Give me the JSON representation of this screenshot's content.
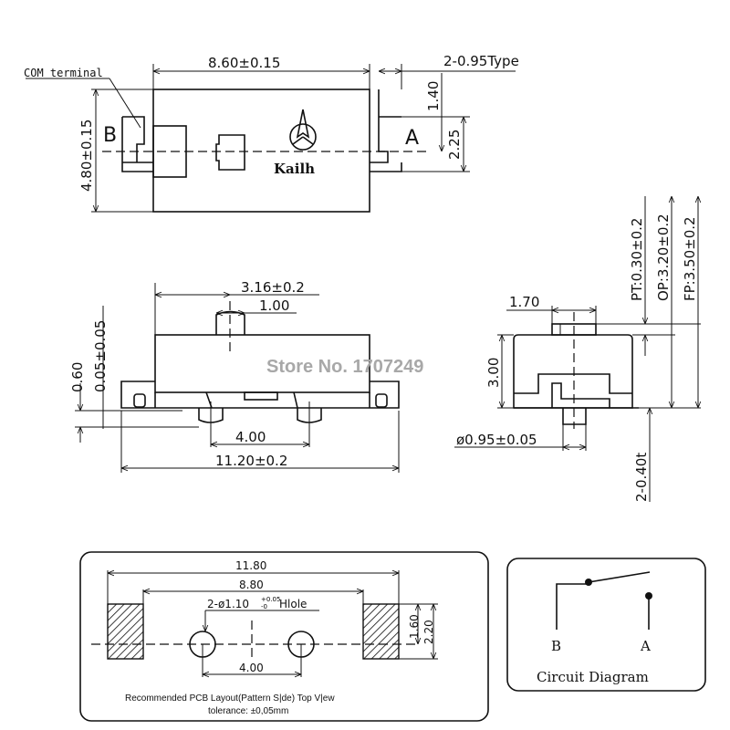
{
  "top_view": {
    "com_label": "COM terminal",
    "width_dim": "8.60±0.15",
    "terminal_dim": "2-0.95Type",
    "height_dim": "4.80±0.15",
    "dim_140": "1.40",
    "dim_225": "2.25",
    "label_b": "B",
    "label_a": "A",
    "brand": "Kailh"
  },
  "front_view": {
    "dim_316": "3.16±0.2",
    "dim_100": "1.00",
    "dim_060": "0.60",
    "dim_005": "0.05±0.05",
    "dim_400": "4.00",
    "dim_1120": "11.20±0.2",
    "watermark": "Store No. 1707249"
  },
  "side_view": {
    "dim_170": "1.70",
    "dim_300": "3.00",
    "dim_095": "ø0.95±0.05",
    "dim_040": "2-0.40t",
    "pt": "PT:0.30±0.2",
    "op": "OP:3.20±0.2",
    "fp": "FP:3.50±0.2"
  },
  "pcb": {
    "dim_1180": "11.80",
    "dim_880": "8.80",
    "hole_label": "2-ø1.10",
    "hole_tol_plus": "+0.05",
    "hole_tol_minus": "-0",
    "hole_suffix": "Hlole",
    "dim_160": "1.60",
    "dim_220": "2.20",
    "dim_400": "4.00",
    "caption": "Recommended PCB Layout(Pattern S|de) Top V|ew",
    "tolerance": "tolerance: ±0,05mm"
  },
  "circuit": {
    "label_b": "B",
    "label_a": "A",
    "title": "Circuit Diagram"
  }
}
